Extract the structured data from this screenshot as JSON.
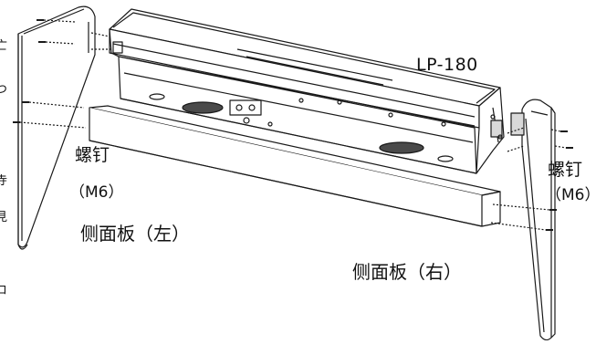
{
  "labels": {
    "model": "LP-180",
    "screw_left": "螺钉",
    "screw_left_size": "（M6）",
    "panel_left": "侧面板（左）",
    "screw_right": "螺钉",
    "screw_right_size": "（M6）",
    "panel_right": "侧面板（右）"
  },
  "edge_fragments": [
    "亡",
    "つ",
    "寺",
    "見",
    "コ"
  ],
  "colors": {
    "line": "#1a1a1a",
    "fill_light": "#ffffff",
    "fill_gray": "#d9d9d9",
    "fill_dark": "#4a4a4a"
  },
  "icons": {
    "screw": "screw-icon"
  }
}
